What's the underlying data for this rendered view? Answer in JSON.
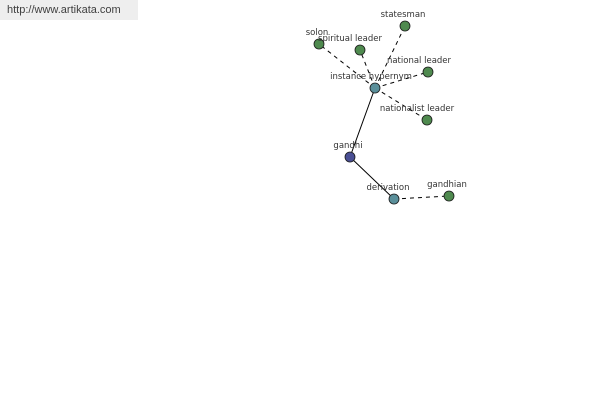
{
  "site": {
    "url_text": "http://www.artikata.com"
  },
  "colors": {
    "leaf_node": "#4f8a4f",
    "relation_node": "#5a8f9a",
    "root_node": "#4a4f94",
    "edge": "#000000",
    "banner_bg": "#eeeeee"
  },
  "graph": {
    "nodes": [
      {
        "id": "gandhi",
        "label": "gandhi",
        "kind": "root"
      },
      {
        "id": "instance_hypernym",
        "label": "instance hypernym",
        "kind": "relation"
      },
      {
        "id": "derivation",
        "label": "derivation",
        "kind": "relation"
      },
      {
        "id": "statesman",
        "label": "statesman",
        "kind": "leaf"
      },
      {
        "id": "solon",
        "label": "solon",
        "kind": "leaf"
      },
      {
        "id": "spiritual_leader",
        "label": "spiritual leader",
        "kind": "leaf"
      },
      {
        "id": "national_leader",
        "label": "national leader",
        "kind": "leaf"
      },
      {
        "id": "nationalist_leader",
        "label": "nationalist leader",
        "kind": "leaf"
      },
      {
        "id": "gandhian",
        "label": "gandhian",
        "kind": "leaf"
      }
    ],
    "edges": [
      {
        "from": "gandhi",
        "to": "instance_hypernym",
        "style": "solid"
      },
      {
        "from": "gandhi",
        "to": "derivation",
        "style": "solid"
      },
      {
        "from": "instance_hypernym",
        "to": "statesman",
        "style": "dashed"
      },
      {
        "from": "instance_hypernym",
        "to": "solon",
        "style": "dashed"
      },
      {
        "from": "instance_hypernym",
        "to": "spiritual_leader",
        "style": "dashed"
      },
      {
        "from": "instance_hypernym",
        "to": "national_leader",
        "style": "dashed"
      },
      {
        "from": "instance_hypernym",
        "to": "nationalist_leader",
        "style": "dashed"
      },
      {
        "from": "derivation",
        "to": "gandhian",
        "style": "dashed"
      }
    ]
  }
}
